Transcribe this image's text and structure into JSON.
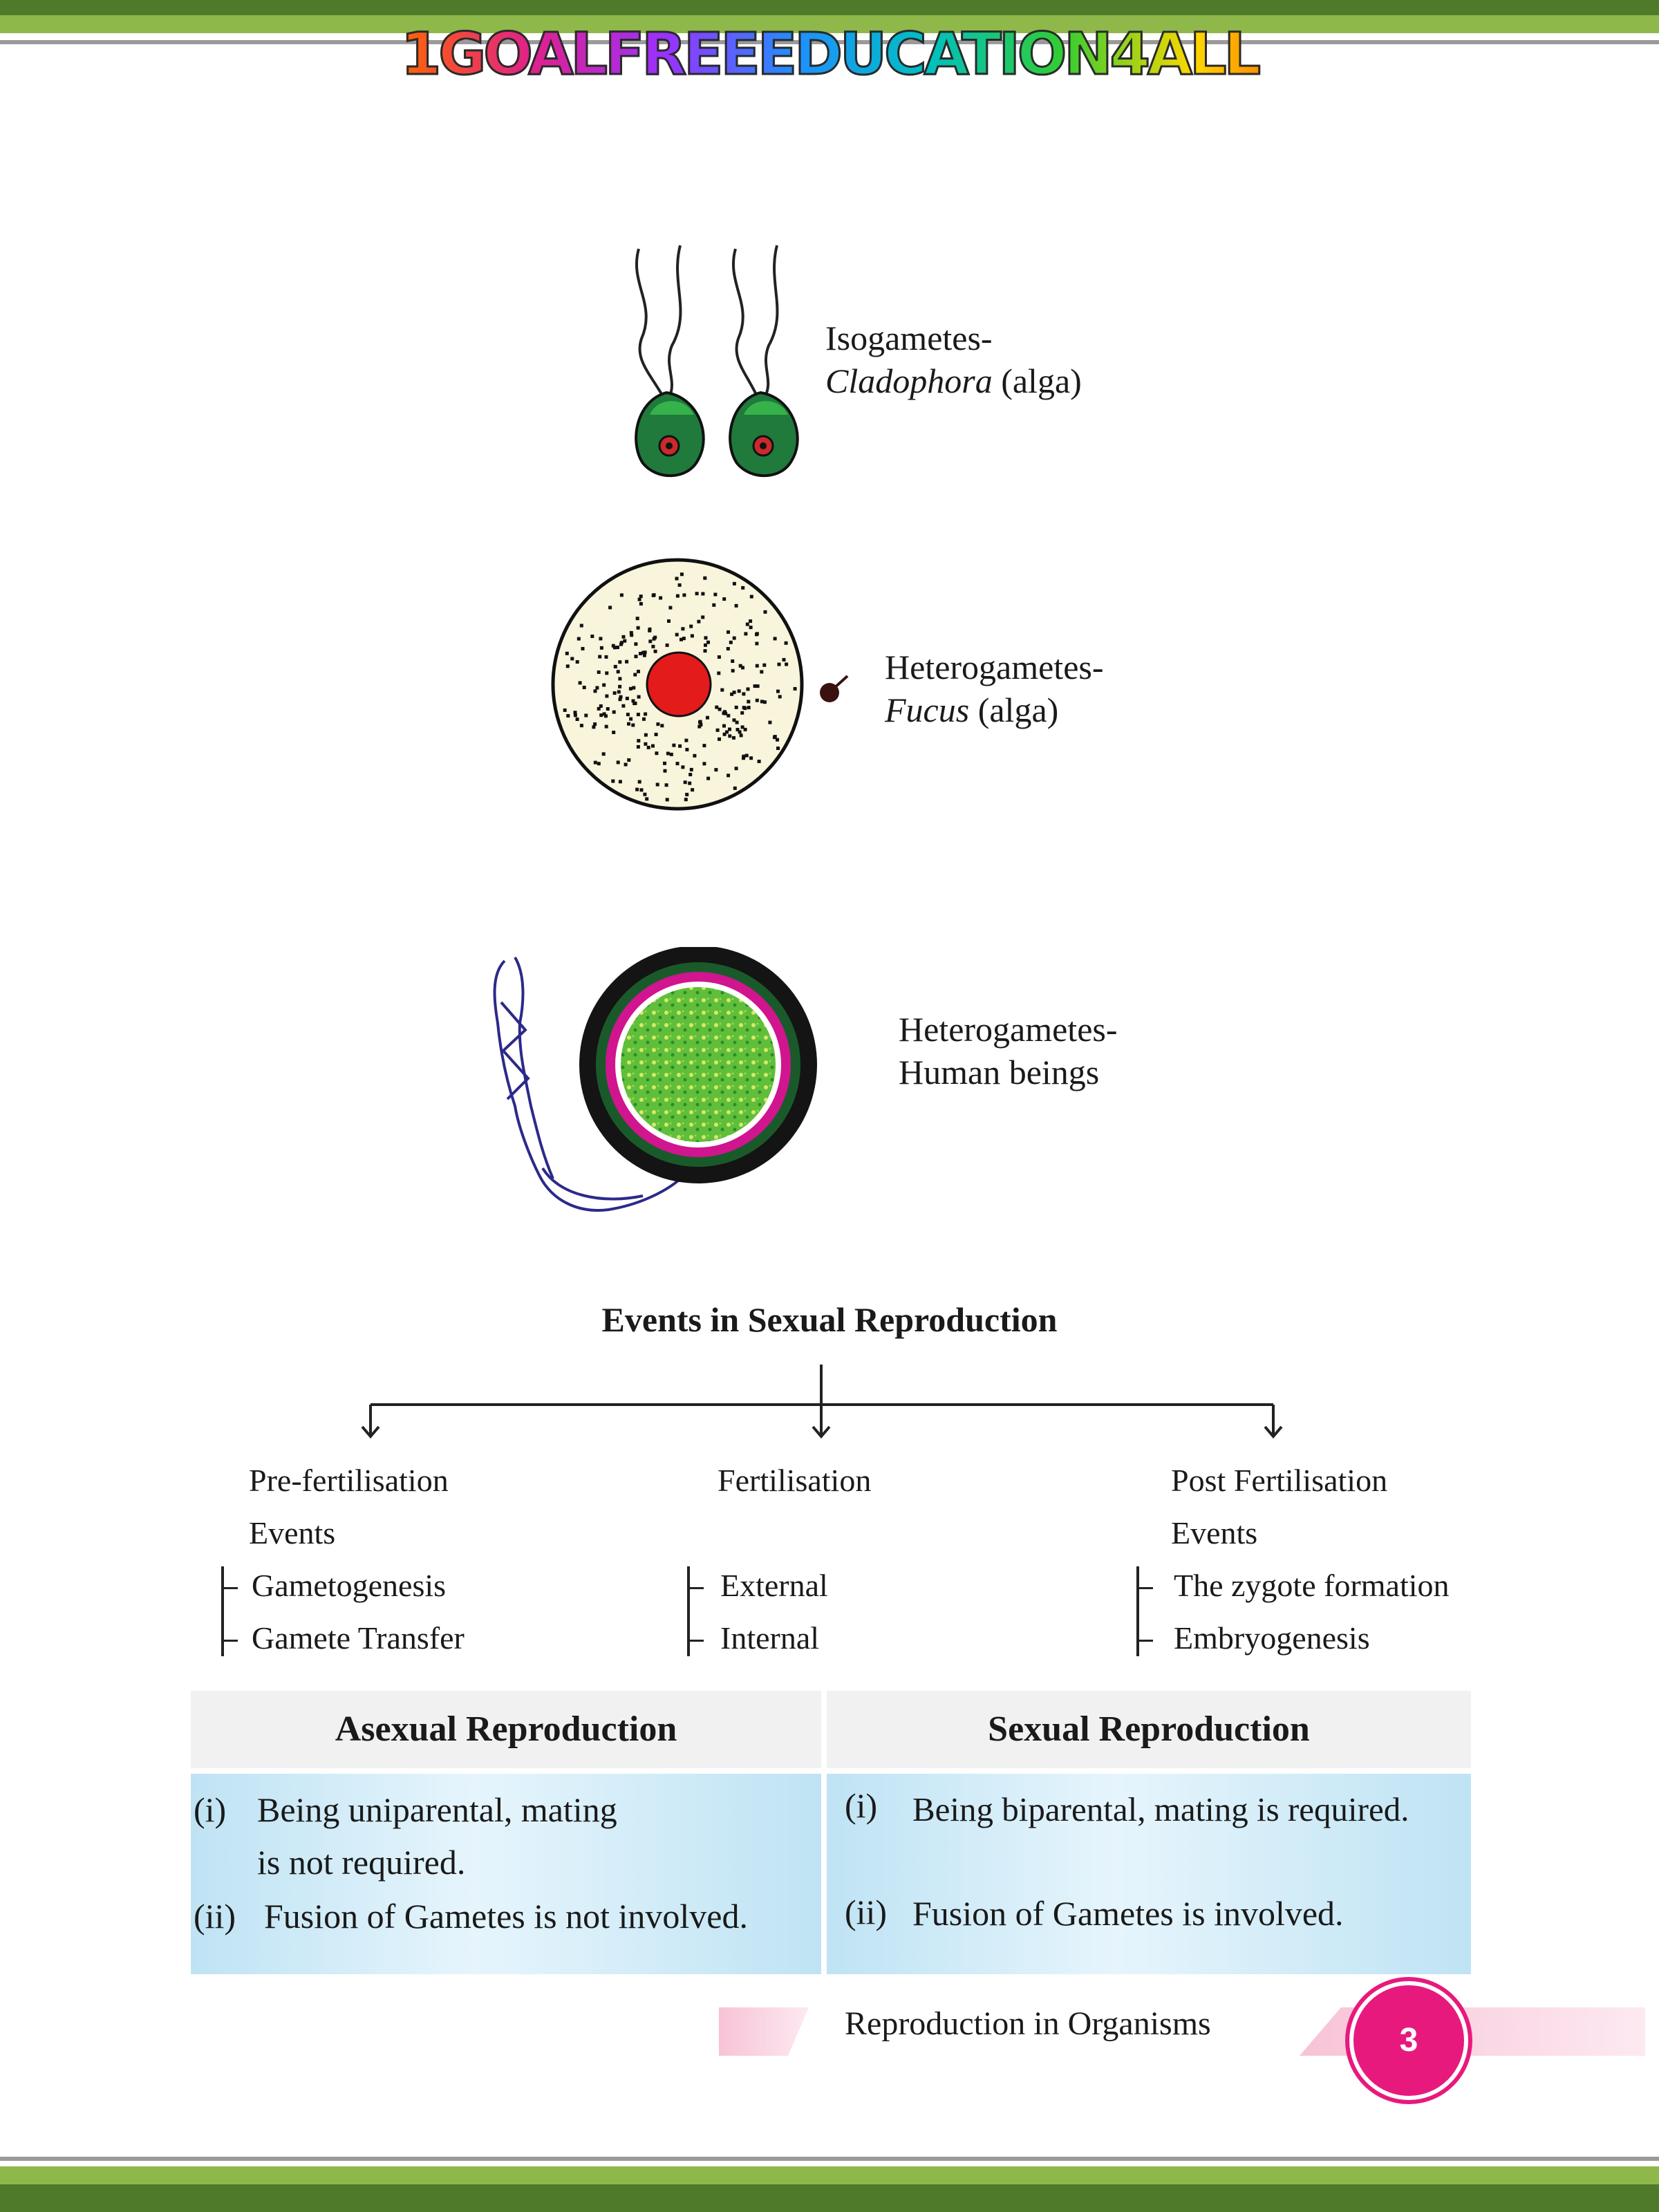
{
  "header": {
    "logo_text": "1GOALFREEEDUCATION4ALL"
  },
  "gamete_labels": {
    "isogametes": {
      "line1": "Isogametes-",
      "genus": "Cladophora",
      "suffix": " (alga)"
    },
    "heterogametes_fucus": {
      "line1": "Heterogametes-",
      "genus": "Fucus",
      "suffix": " (alga)"
    },
    "heterogametes_human": {
      "line1": "Heterogametes-",
      "line2": "Human beings"
    }
  },
  "events": {
    "title": "Events in Sexual Reproduction",
    "pre": {
      "title_line1": "Pre-fertilisation",
      "title_line2": "Events",
      "items": [
        "Gametogenesis",
        "Gamete Transfer"
      ]
    },
    "fert": {
      "title": "Fertilisation",
      "items": [
        "External",
        "Internal"
      ]
    },
    "post": {
      "title_line1": "Post Fertilisation",
      "title_line2": "Events",
      "items": [
        "The zygote formation",
        "Embryogenesis"
      ]
    }
  },
  "comparison": {
    "headers": [
      "Asexual Reproduction",
      "Sexual Reproduction"
    ],
    "asexual": {
      "i_num": "(i)",
      "i_line1": "Being uniparental, mating",
      "i_line2": "is not required.",
      "ii_num": "(ii)",
      "ii_text": "Fusion  of  Gametes is not involved."
    },
    "sexual": {
      "i_num": "(i)",
      "i_text": "Being biparental, mating is required.",
      "ii_num": "(ii)",
      "ii_text": "Fusion  of  Gametes is involved."
    }
  },
  "footer": {
    "chapter": "Reproduction in Organisms",
    "page_number": "3"
  },
  "colors": {
    "band_dark": "#4f7a2a",
    "band_light": "#8fb84a",
    "accent_pink": "#e8197d",
    "table_blue": "#bfe3f4"
  }
}
